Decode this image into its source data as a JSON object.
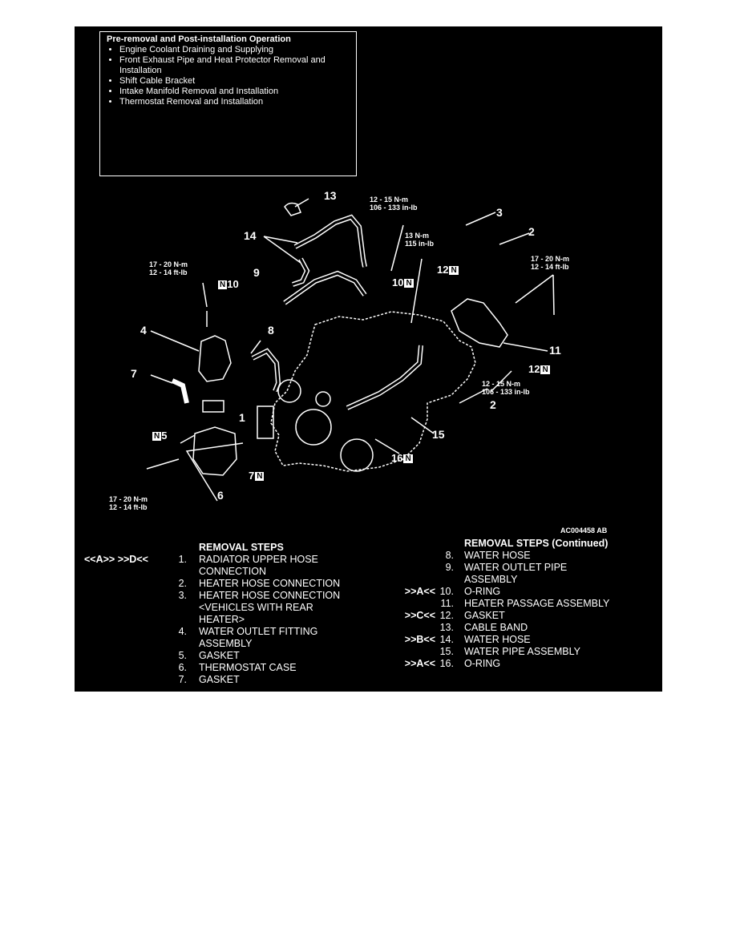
{
  "pre_removal": {
    "title": "Pre-removal and Post-installation Operation",
    "items": [
      "Engine Coolant Draining and Supplying",
      "Front Exhaust Pipe and Heat Protector Removal and Installation",
      "Shift Cable Bracket",
      "Intake Manifold Removal and Installation",
      "Thermostat Removal and Installation"
    ]
  },
  "diagram": {
    "figure_code": "AC004458 AB",
    "callouts": {
      "c1": "1",
      "c2a": "2",
      "c2b": "2",
      "c3": "3",
      "c4": "4",
      "c6": "6",
      "c7": "7",
      "c8": "8",
      "c9": "9",
      "c11": "11",
      "c13": "13",
      "c14": "14",
      "c15": "15",
      "c5": "5",
      "c7n": "7",
      "c10a": "10",
      "c10b": "10",
      "c12a": "12",
      "c12b": "12",
      "c16": "16",
      "n": "N"
    },
    "torques": {
      "t_top_center": [
        "12 - 15 N-m",
        "106 - 133 in-lb"
      ],
      "t_mid_center": [
        "13 N-m",
        "115 in-lb"
      ],
      "t_left": [
        "17 - 20 N-m",
        "12 - 14 ft-lb"
      ],
      "t_right": [
        "17 - 20 N-m",
        "12 - 14 ft-lb"
      ],
      "t_lower_right": [
        "12 - 15 N-m",
        "106 - 133 in-lb"
      ],
      "t_bottom_left": [
        "17 - 20 N-m",
        "12 - 14 ft-lb"
      ]
    }
  },
  "removal_steps": {
    "title": "REMOVAL STEPS",
    "rows": [
      {
        "mark": "<<A>>   >>D<<",
        "num": "1.",
        "text": "RADIATOR UPPER HOSE"
      },
      {
        "mark": "",
        "num": "",
        "text": "CONNECTION"
      },
      {
        "mark": "",
        "num": "2.",
        "text": "HEATER HOSE CONNECTION"
      },
      {
        "mark": "",
        "num": "3.",
        "text": "HEATER HOSE CONNECTION"
      },
      {
        "mark": "",
        "num": "",
        "text": "<VEHICLES WITH REAR"
      },
      {
        "mark": "",
        "num": "",
        "text": "HEATER>"
      },
      {
        "mark": "",
        "num": "4.",
        "text": "WATER OUTLET FITTING"
      },
      {
        "mark": "",
        "num": "",
        "text": "ASSEMBLY"
      },
      {
        "mark": "",
        "num": "5.",
        "text": "GASKET"
      },
      {
        "mark": "",
        "num": "6.",
        "text": "THERMOSTAT CASE"
      },
      {
        "mark": "",
        "num": "7.",
        "text": "GASKET"
      }
    ]
  },
  "removal_steps_cont": {
    "title": "REMOVAL STEPS (Continued)",
    "rows": [
      {
        "mark": "",
        "num": "8.",
        "text": "WATER HOSE"
      },
      {
        "mark": "",
        "num": "9.",
        "text": "WATER OUTLET PIPE"
      },
      {
        "mark": "",
        "num": "",
        "text": "ASSEMBLY"
      },
      {
        "mark": ">>A<<",
        "num": "10.",
        "text": "O-RING"
      },
      {
        "mark": "",
        "num": "11.",
        "text": "HEATER PASSAGE ASSEMBLY"
      },
      {
        "mark": ">>C<<",
        "num": "12.",
        "text": "GASKET"
      },
      {
        "mark": "",
        "num": "13.",
        "text": "CABLE BAND"
      },
      {
        "mark": ">>B<<",
        "num": "14.",
        "text": "WATER HOSE"
      },
      {
        "mark": "",
        "num": "15.",
        "text": "WATER PIPE ASSEMBLY"
      },
      {
        "mark": ">>A<<",
        "num": "16.",
        "text": "O-RING"
      }
    ]
  }
}
